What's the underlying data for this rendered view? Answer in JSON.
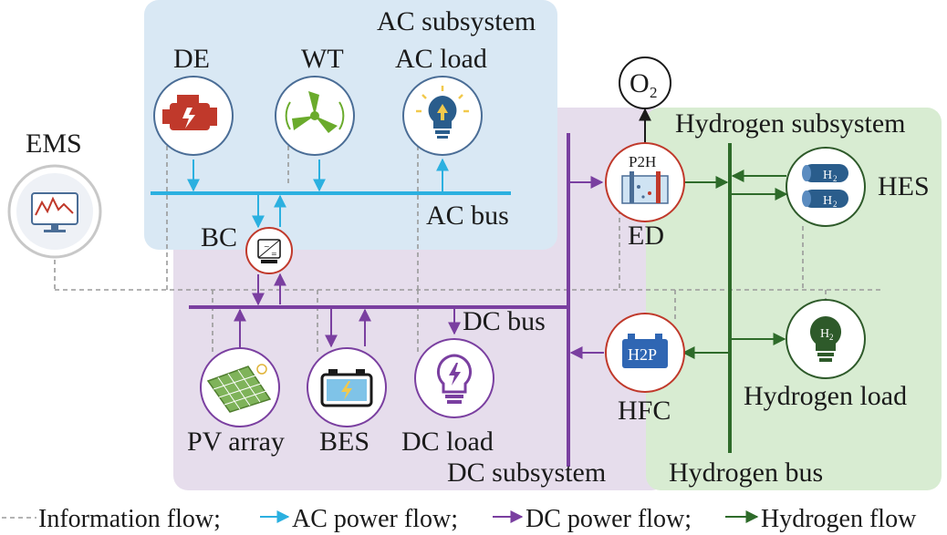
{
  "subsystems": {
    "ac": "AC subsystem",
    "hydrogen": "Hydrogen subsystem",
    "dc": "DC subsystem"
  },
  "nodes": {
    "ems": "EMS",
    "de": "DE",
    "wt": "WT",
    "ac_load": "AC load",
    "bc": "BC",
    "o2": "O",
    "o2_sub": "2",
    "p2h": "P2H",
    "ed": "ED",
    "hes": "HES",
    "h2_tank": "H",
    "h2_tank_sub": "2",
    "h2p": "H2P",
    "hfc": "HFC",
    "h2_bulb": "H",
    "h2_bulb_sub": "2",
    "hydrogen_load": "Hydrogen load",
    "pv_array": "PV array",
    "bes": "BES",
    "dc_load": "DC load"
  },
  "buses": {
    "ac_bus": "AC bus",
    "dc_bus": "DC bus",
    "hydrogen_bus": "Hydrogen bus"
  },
  "legend": {
    "info": "Information flow;",
    "ac": "AC power flow;",
    "dc": "DC power flow;",
    "h2": "Hydrogen flow"
  },
  "colors": {
    "ac_region": "#d9e8f4",
    "dc_region": "#e6ddec",
    "h2_region": "#d8ecd2",
    "ac_flow": "#2bb0e0",
    "dc_flow": "#7a3fa0",
    "h2_flow": "#2e6b2a",
    "info_flow": "#9a9a9a",
    "node_border_red": "#c0392b",
    "node_border_blue": "#4a6d96",
    "node_border_purple": "#7a3fa0",
    "node_border_green": "#2e5a2a"
  }
}
